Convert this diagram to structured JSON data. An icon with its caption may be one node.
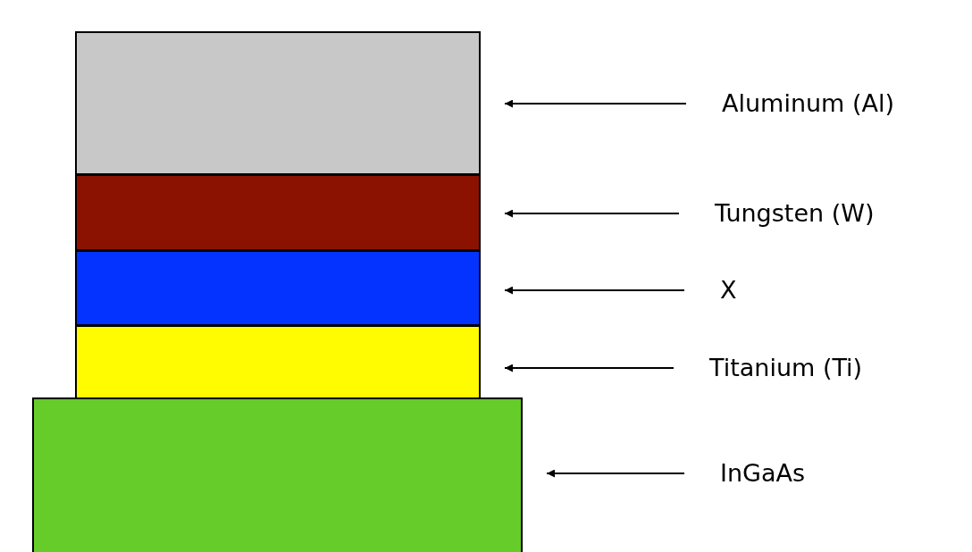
{
  "diagram": {
    "nodes": [
      {
        "text": [],
        "shape": "box"
      },
      {
        "text": [],
        "shape": "box"
      },
      {
        "text": [],
        "shape": "box"
      },
      {
        "text": [],
        "shape": "box"
      },
      {
        "text": [],
        "shape": "box"
      },
      {
        "text": [
          "Aluminum (Al)"
        ]
      },
      {
        "text": [
          "Tungsten (W)"
        ]
      },
      {
        "text": [
          "X"
        ]
      },
      {
        "text": [
          "Titanium (Ti)"
        ]
      },
      {
        "text": [
          "InGaAs"
        ]
      }
    ],
    "edges": [
      {
        "from": 5,
        "to": 0,
        "arrow": "to"
      },
      {
        "from": 6,
        "to": 1,
        "arrow": "to"
      },
      {
        "from": 7,
        "to": 2,
        "arrow": "to"
      },
      {
        "from": 8,
        "to": 3,
        "arrow": "to"
      },
      {
        "from": 9,
        "to": 4,
        "arrow": "to"
      }
    ]
  }
}
